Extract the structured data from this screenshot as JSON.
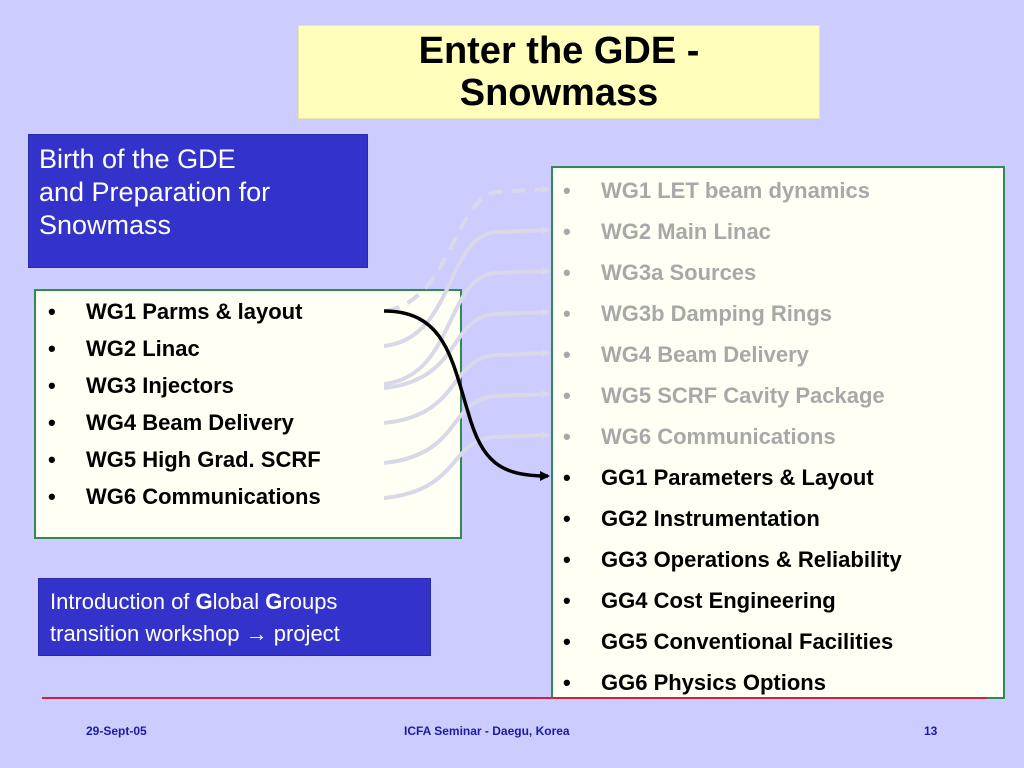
{
  "title": {
    "line1": "Enter the GDE -",
    "line2": "Snowmass"
  },
  "birth_box": {
    "line1": "Birth of the GDE",
    "line2": "and Preparation for",
    "line3": "Snowmass"
  },
  "left_list": [
    "WG1 Parms & layout",
    "WG2 Linac",
    "WG3 Injectors",
    "WG4 Beam Delivery",
    "WG5 High Grad. SCRF",
    "WG6 Communications"
  ],
  "right_list": [
    "WG1 LET beam dynamics",
    "WG2 Main Linac",
    "WG3a Sources",
    "WG3b Damping Rings",
    "WG4 Beam Delivery",
    "WG5 SCRF Cavity Package",
    "WG6 Communications",
    "GG1 Parameters & Layout",
    "GG2 Instrumentation",
    "GG3 Operations & Reliability",
    "GG4 Cost Engineering",
    "GG5 Conventional Facilities",
    "GG6 Physics Options"
  ],
  "bullet": "•",
  "intro_box": {
    "prefix": "Introduction of ",
    "g1": "G",
    "mid": "lobal ",
    "g2": "G",
    "suffix": "roups",
    "line2": "transition workshop → project"
  },
  "footer": {
    "date": "29-Sept-05",
    "event": "ICFA Seminar  - Daegu, Korea",
    "page": "13"
  },
  "colors": {
    "background": "#ccccff",
    "title_bg": "#ffffbb",
    "blue_box": "#3333cc",
    "list_border": "#2e8b57",
    "faded_text": "#a8a8a8",
    "footer_line": "#cc2244",
    "footer_text": "#1a1aa6"
  }
}
